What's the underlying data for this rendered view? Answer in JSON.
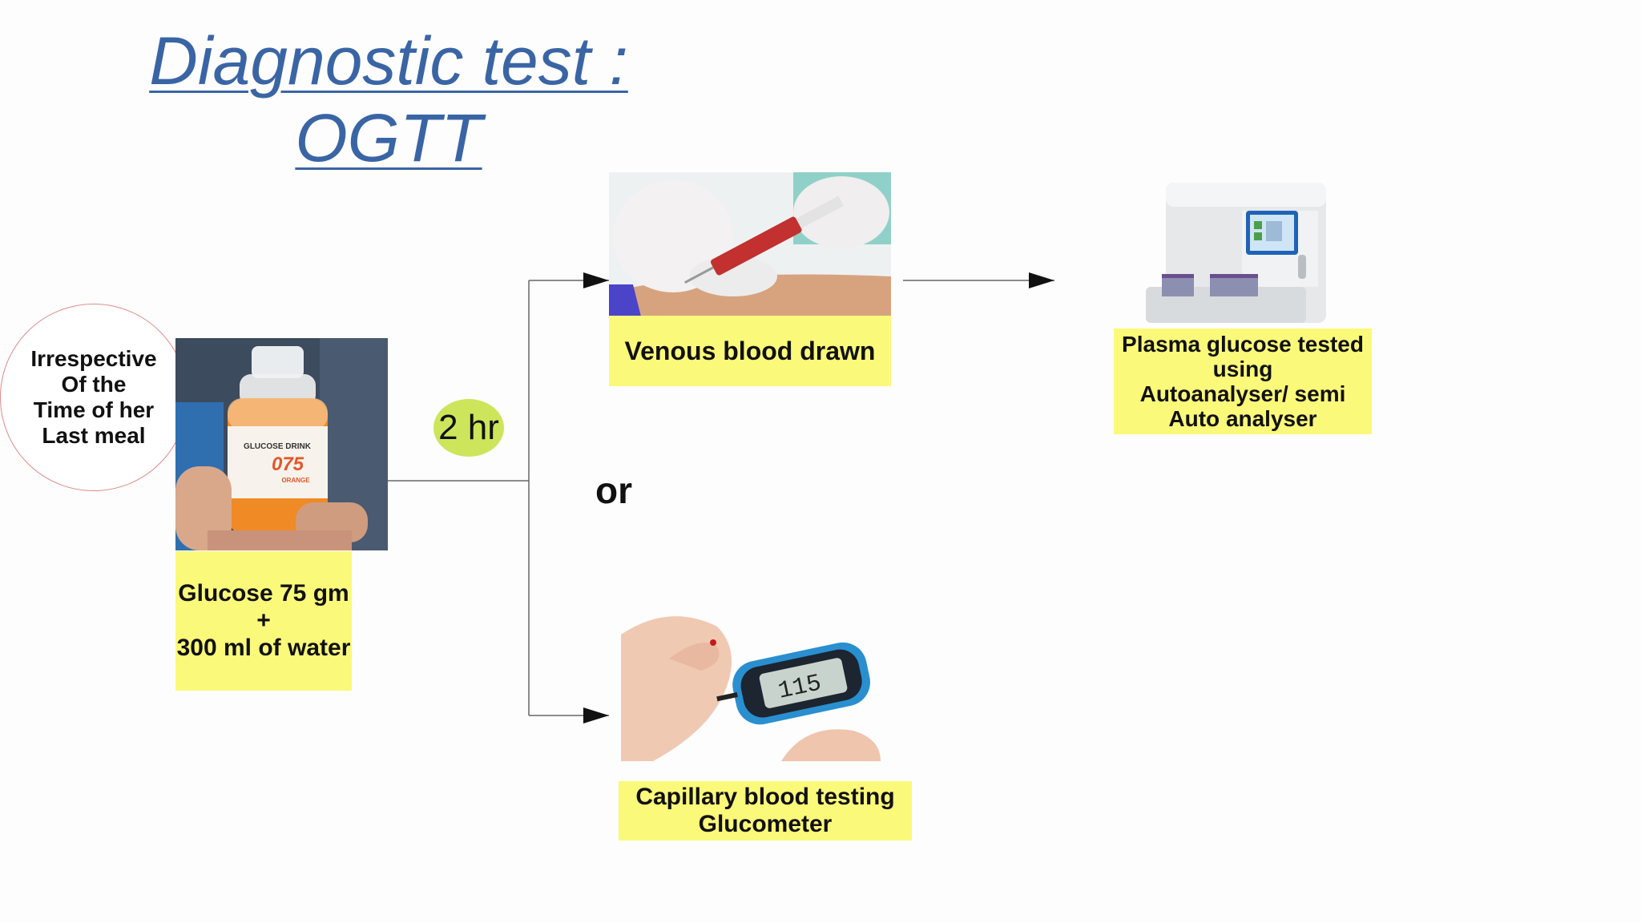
{
  "title": {
    "line1": "Diagnostic test :",
    "line2": "OGTT"
  },
  "circle": {
    "line1": "Irrespective",
    "line2": "Of the",
    "line3": "Time of her",
    "line4": "Last meal"
  },
  "glucose": {
    "line1": "Glucose 75 gm",
    "line2": "+",
    "line3": "300 ml of water",
    "bottle_label": "GLUCOSE DRINK",
    "bottle_number": "075",
    "bottle_flavor": "ORANGE"
  },
  "interval": "2 hr",
  "or_text": "or",
  "venous": {
    "label": "Venous blood drawn"
  },
  "plasma": {
    "line1": "Plasma glucose tested",
    "line2": "using",
    "line3": "Autoanalyser/ semi",
    "line4": "Auto analyser"
  },
  "capillary": {
    "line1": "Capillary blood testing",
    "line2": "Glucometer",
    "meter_reading": "115"
  },
  "colors": {
    "title": "#3a65a5",
    "label_bg": "#fbf97a",
    "badge": "#cde55a",
    "circle_border": "#e08a8a",
    "arrow": "#222222"
  }
}
